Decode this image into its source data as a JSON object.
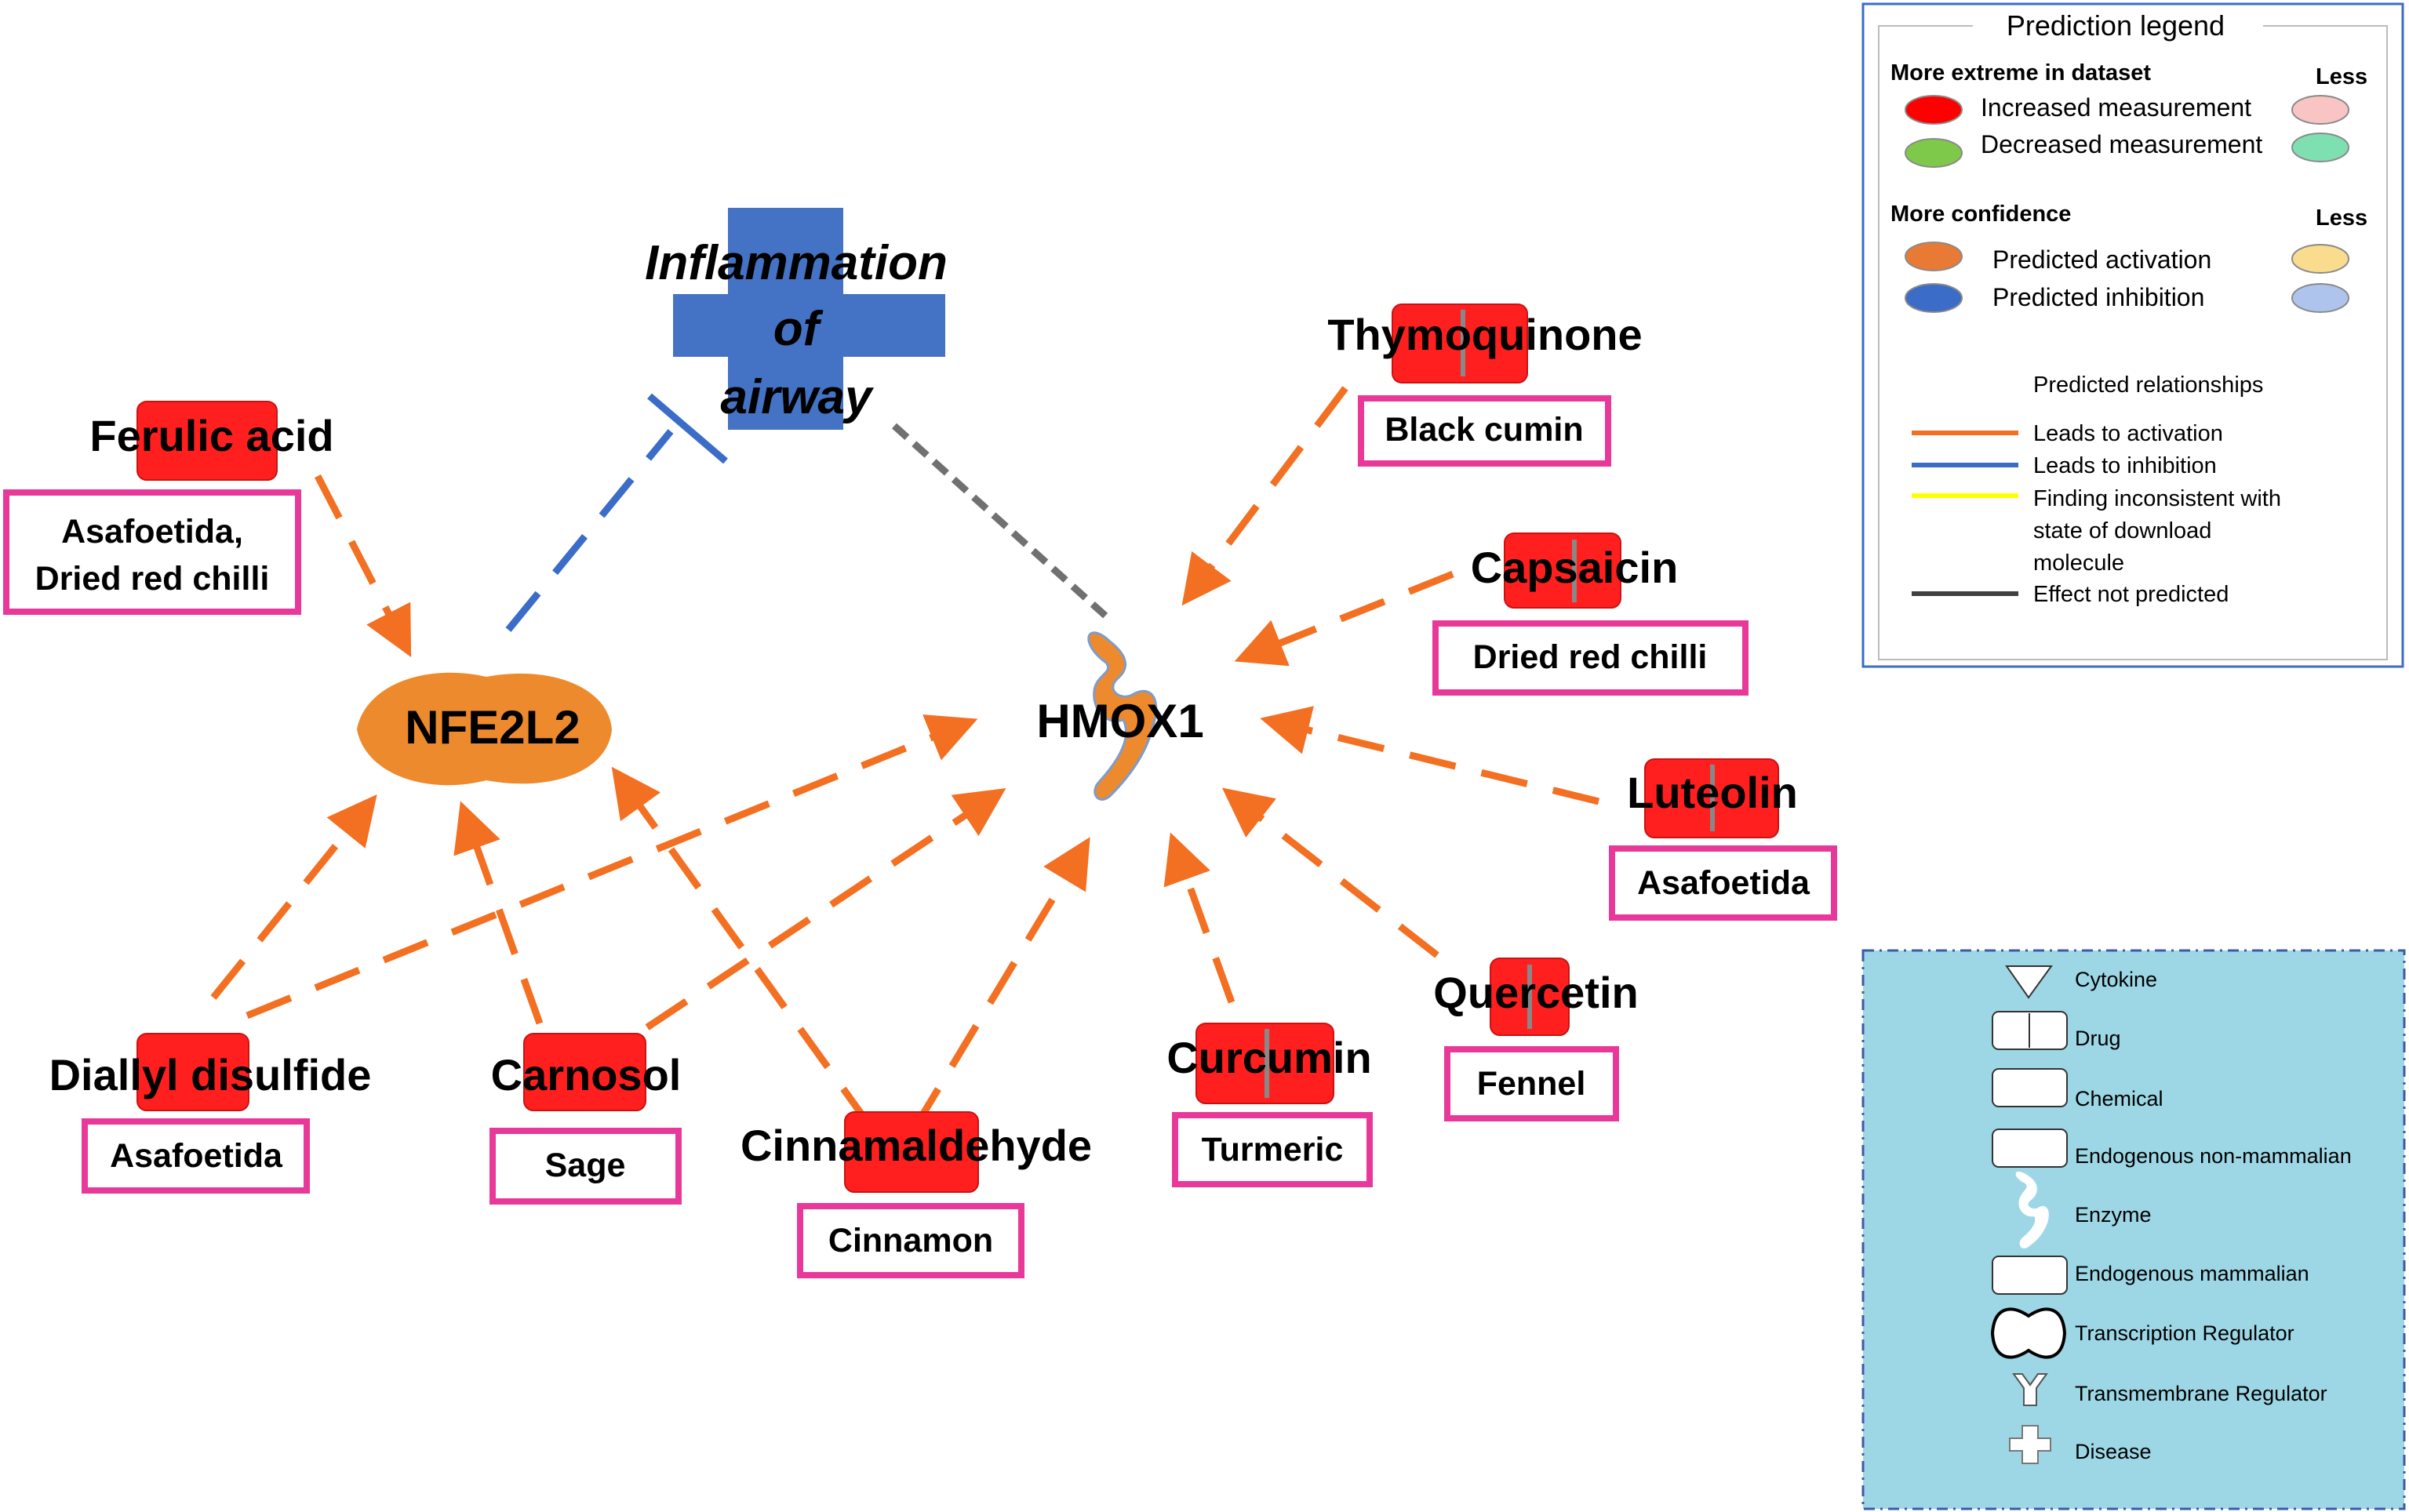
{
  "colors": {
    "activation": "#f36f21",
    "inhibition": "#3b6cc8",
    "inconsistent": "#ffff00",
    "not_predicted": "#707070",
    "drug_red": "#ff1f1f",
    "food_box": "#e8399a",
    "node_orange": "#ee8a2e",
    "disease_blue": "#4472c4",
    "shape_legend_bg": "#9dd7e6"
  },
  "nodes": {
    "disease": {
      "label_1": "Inflammation",
      "label_2": "of",
      "label_3": "airway",
      "icon": "disease-cross-icon"
    },
    "nfe2l2": {
      "label": "NFE2L2",
      "icon": "transcription-regulator-icon"
    },
    "hmox1": {
      "label": "HMOX1",
      "icon": "enzyme-icon"
    }
  },
  "compounds": {
    "thymoquinone": {
      "name": "Thymoquinone",
      "source": "Black cumin"
    },
    "ferulic_acid": {
      "name": "Ferulic acid",
      "source_1": "Asafoetida,",
      "source_2": "Dried red chilli"
    },
    "capsaicin": {
      "name": "Capsaicin",
      "source": "Dried red chilli"
    },
    "luteolin": {
      "name": "Luteolin",
      "source": "Asafoetida"
    },
    "quercetin": {
      "name": "Quercetin",
      "source": "Fennel"
    },
    "curcumin": {
      "name": "Curcumin",
      "source": "Turmeric"
    },
    "diallyl_disulfide": {
      "name": "Diallyl disulfide",
      "source": "Asafoetida"
    },
    "carnosol": {
      "name": "Carnosol",
      "source": "Sage"
    },
    "cinnamaldehyde": {
      "name": "Cinnamaldehyde",
      "source": "Cinnamon"
    }
  },
  "prediction_legend": {
    "title": "Prediction legend",
    "extreme_heading": "More extreme in dataset",
    "less_1": "Less",
    "increased": "Increased  measurement",
    "decreased": "Decreased  measurement",
    "confidence_heading": "More confidence",
    "less_2": "Less",
    "activation": "Predicted activation",
    "inhibition": "Predicted inhibition",
    "relationships_heading": "Predicted relationships",
    "leads_activation": "Leads to activation",
    "leads_inhibition": "Leads to inhibition",
    "inconsistent_1": "Finding inconsistent with",
    "inconsistent_2": "state of download",
    "inconsistent_3": "molecule",
    "not_predicted": "Effect not predicted"
  },
  "shape_legend": {
    "cytokine": "Cytokine",
    "drug": "Drug",
    "chemical": "Chemical",
    "endogenous_non_mammalian": "Endogenous non-mammalian",
    "enzyme": "Enzyme",
    "endogenous_mammalian": "Endogenous mammalian",
    "transcription_regulator": "Transcription Regulator",
    "transmembrane_regulator": "Transmembrane Regulator",
    "disease": "Disease"
  }
}
